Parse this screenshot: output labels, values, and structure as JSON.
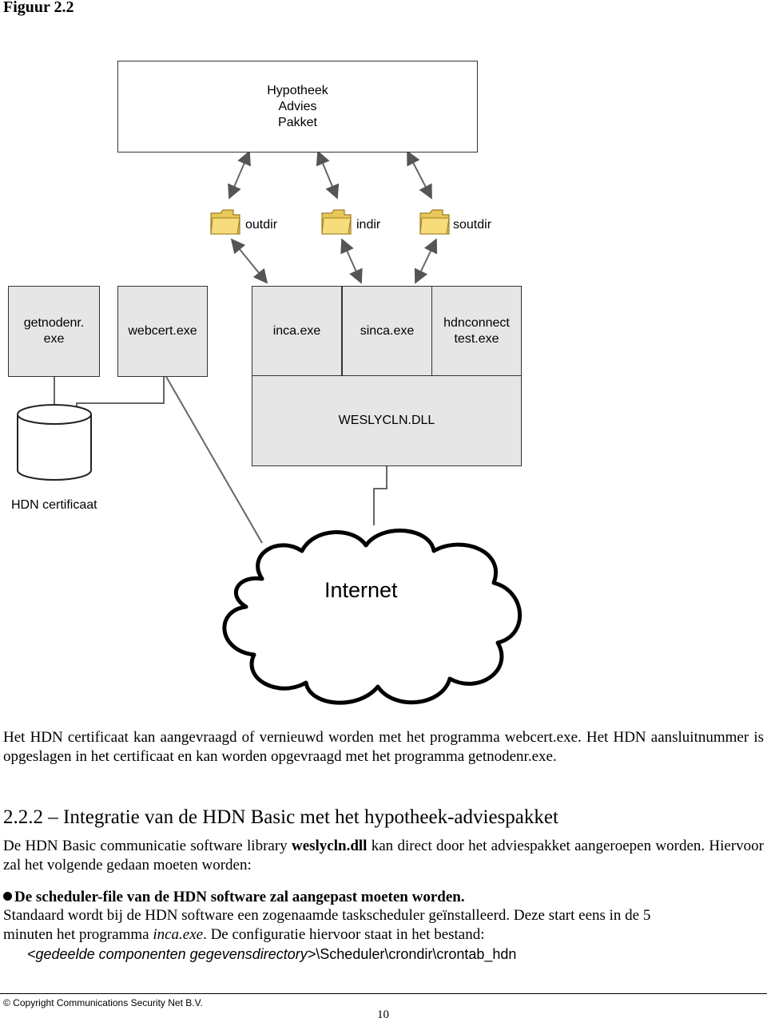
{
  "figure_label": "Figuur 2.2",
  "diagram": {
    "top_box": "Hypotheek\nAdvies\nPakket",
    "folders": [
      "outdir",
      "indir",
      "soutdir"
    ],
    "programs": [
      "getnodenr.\nexe",
      "webcert.exe",
      "inca.exe",
      "sinca.exe",
      "hdnconnect\ntest.exe"
    ],
    "dll_box": "WESLYCLN.DLL",
    "database_label": "HDN certificaat",
    "cloud_label": "Internet"
  },
  "body": {
    "para1": "Het HDN certificaat kan aangevraagd of vernieuwd worden met het programma webcert.exe. Het HDN aansluitnummer is opgeslagen in het certificaat en kan worden opgevraagd met het programma getnodenr.exe.",
    "heading": "2.2.2 – Integratie van de HDN Basic met het hypotheek-adviespakket",
    "para2_before": "De HDN Basic communicatie software library ",
    "para2_bold": "weslycln.dll",
    "para2_after": " kan direct door het adviespakket aangeroepen worden. Hiervoor zal het volgende gedaan moeten worden:",
    "bullet": "De scheduler-file van de HDN software zal aangepast moeten worden.",
    "para3_line1": "Standaard wordt bij de HDN software een zogenaamde taskscheduler geïnstalleerd. Deze start eens in de 5",
    "para3_line2_before": "minuten het programma ",
    "para3_line2_italic": "inca.exe",
    "para3_line2_after": ". De configuratie hiervoor staat in het bestand:",
    "path_italic": "<gedeelde componenten gegevensdirectory>",
    "path_rest": "\\Scheduler\\crondir\\crontab_hdn"
  },
  "footer": {
    "copyright": "© Copyright Communications Security Net B.V.",
    "page_number": "10"
  }
}
